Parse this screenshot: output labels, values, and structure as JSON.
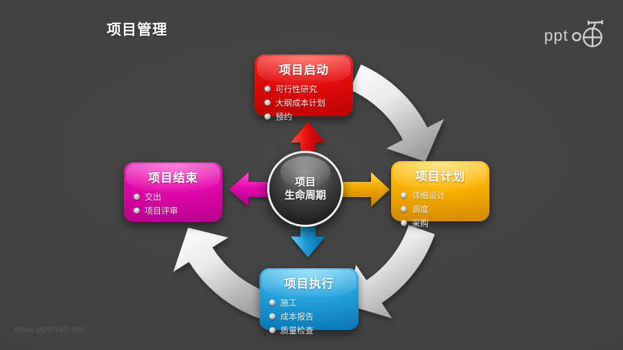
{
  "page": {
    "title": "项目管理",
    "watermark": "www.pptmall.net",
    "logo_text": "ppt"
  },
  "center": {
    "line1": "项目",
    "line2": "生命周期"
  },
  "nodes": [
    {
      "id": "initiation",
      "title": "项目启动",
      "color": "#e60d0d",
      "items": [
        "可行性研究",
        "大纲成本计划",
        "预约"
      ]
    },
    {
      "id": "planning",
      "title": "项目计划",
      "color": "#fcb400",
      "items": [
        "详细设计",
        "调度",
        "采购"
      ]
    },
    {
      "id": "execution",
      "title": "项目执行",
      "color": "#27a5de",
      "items": [
        "施工",
        "成本报告",
        "质量检查"
      ]
    },
    {
      "id": "closure",
      "title": "项目结束",
      "color": "#e308ab",
      "items": [
        "交出",
        "项目评审"
      ]
    }
  ],
  "decor": {
    "background": "#414141",
    "cycle_arrow_color": "#d9d9d9",
    "sphere_ring": "#f4f4f4"
  }
}
